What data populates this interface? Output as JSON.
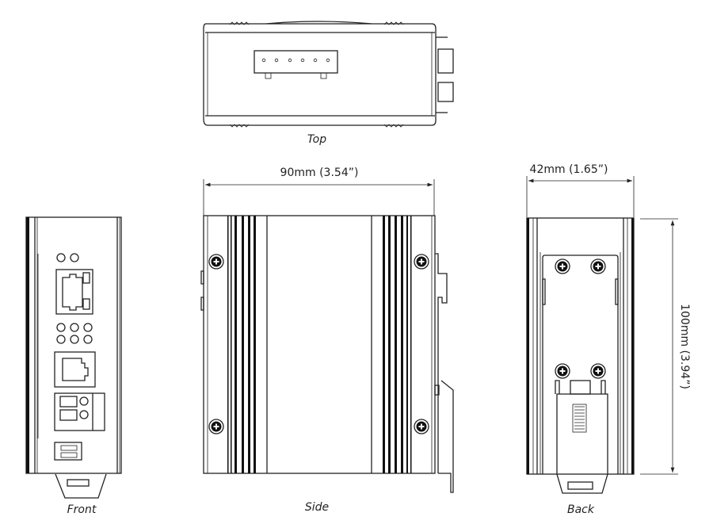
{
  "views": {
    "top": {
      "caption": "Top"
    },
    "front": {
      "caption": "Front"
    },
    "side": {
      "caption": "Side"
    },
    "back": {
      "caption": "Back"
    }
  },
  "dimensions": {
    "depth": "90mm (3.54”)",
    "width": "42mm (1.65”)",
    "height": "100mm (3.94”)"
  }
}
